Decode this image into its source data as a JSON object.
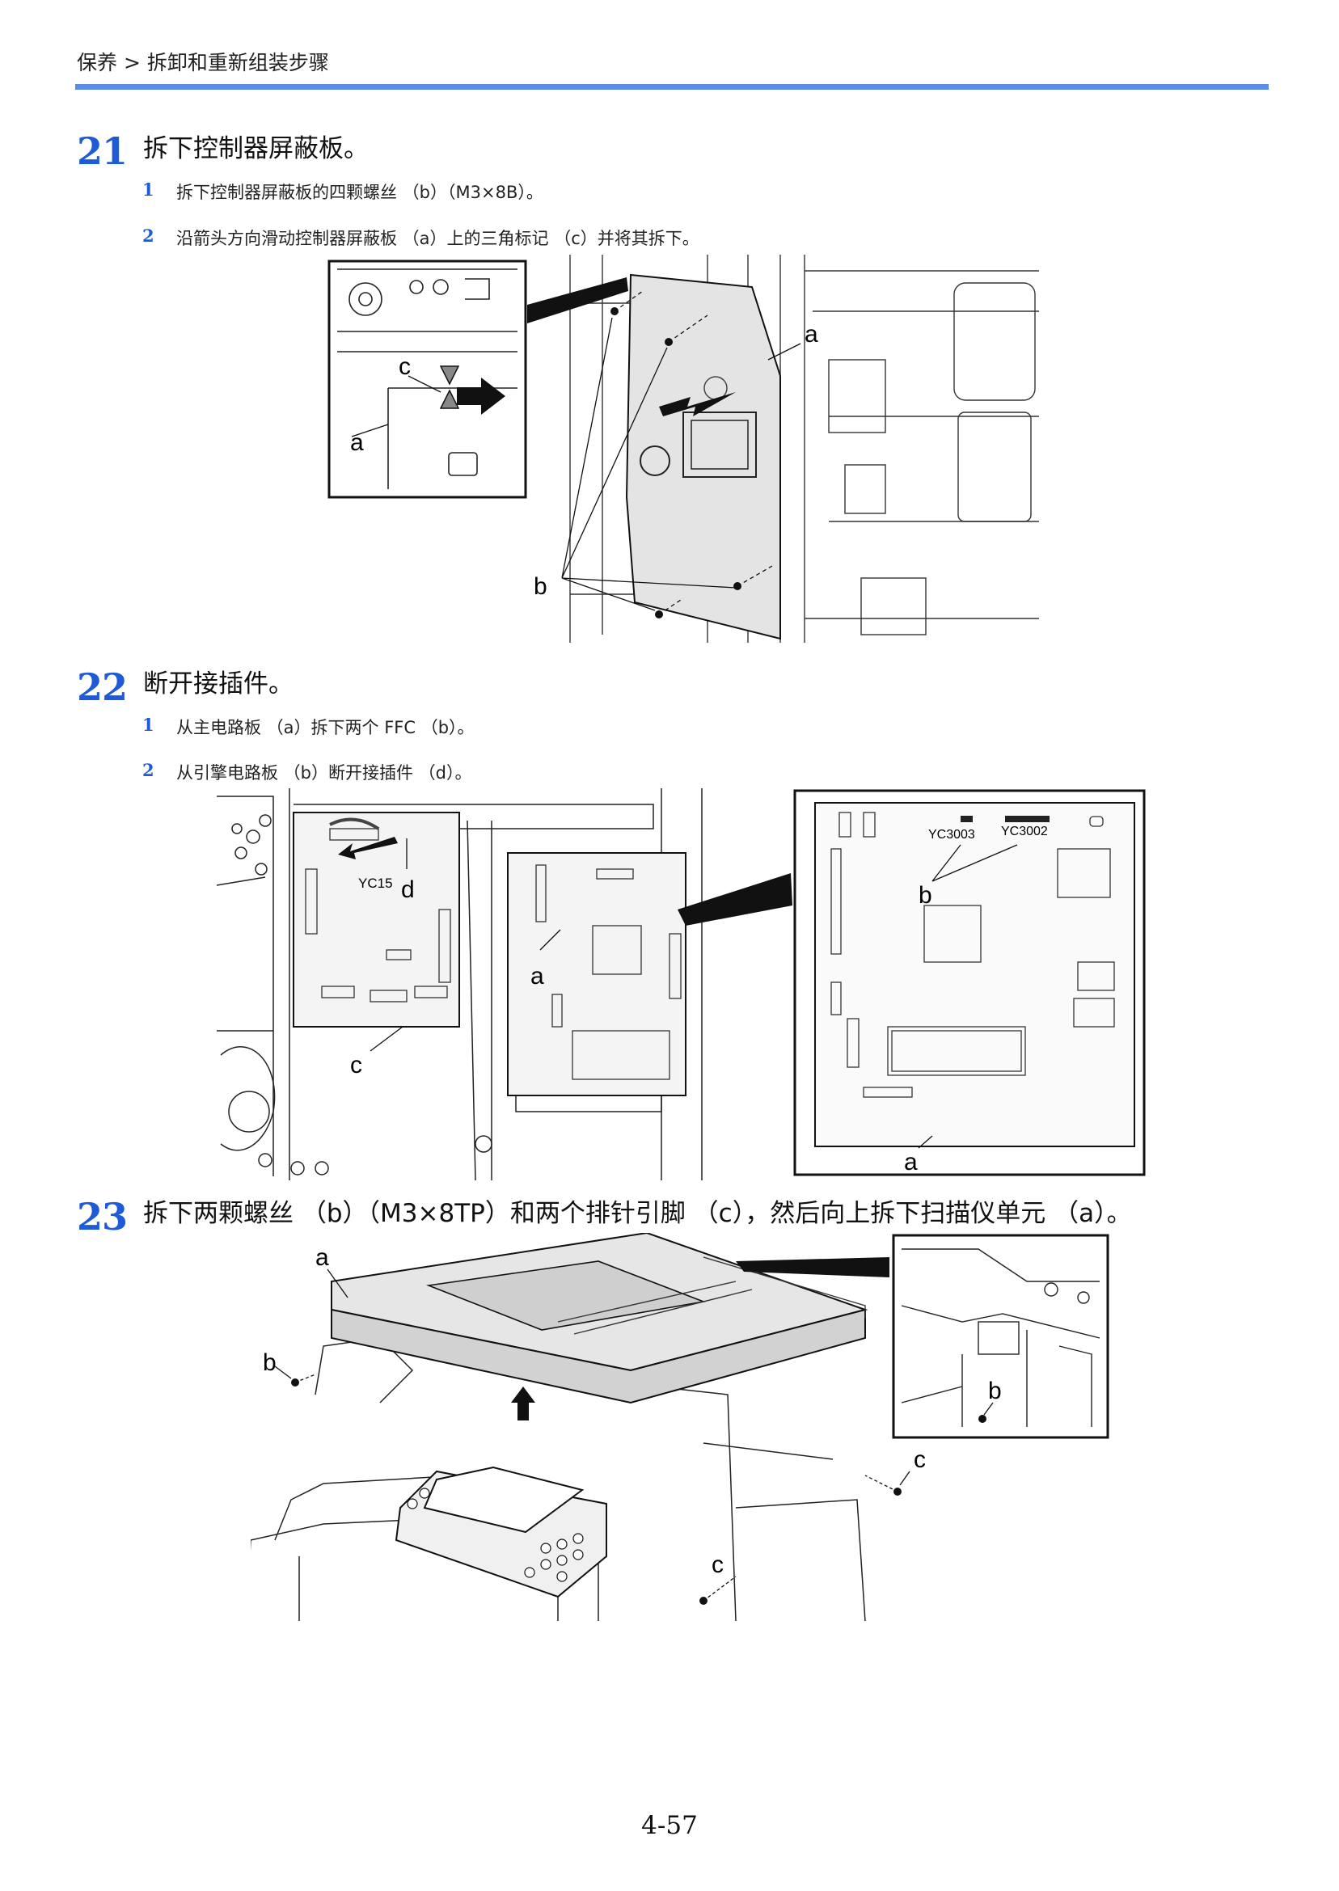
{
  "header": {
    "breadcrumb": "保养 > 拆卸和重新组装步骤"
  },
  "steps": [
    {
      "number": "21",
      "title": "拆下控制器屏蔽板。",
      "substeps": [
        {
          "number": "1",
          "text": "拆下控制器屏蔽板的四颗螺丝 （b）（M3×8B）。"
        },
        {
          "number": "2",
          "text": "沿箭头方向滑动控制器屏蔽板 （a）上的三角标记 （c）并将其拆下。"
        }
      ],
      "figure_labels": {
        "a_inset": "a",
        "c_inset": "c",
        "a_main": "a",
        "b_main": "b"
      }
    },
    {
      "number": "22",
      "title": "断开接插件。",
      "substeps": [
        {
          "number": "1",
          "text": "从主电路板 （a）拆下两个 FFC （b）。"
        },
        {
          "number": "2",
          "text": "从引擎电路板 （b）断开接插件 （d）。"
        }
      ],
      "figure_labels": {
        "yc15": "YC15",
        "d": "d",
        "a_main": "a",
        "c_main": "c",
        "yc3003": "YC3003",
        "yc3002": "YC3002",
        "b_inset": "b",
        "a_inset": "a"
      }
    },
    {
      "number": "23",
      "title": "拆下两颗螺丝 （b）（M3×8TP）和两个排针引脚 （c），然后向上拆下扫描仪单元 （a）。",
      "substeps": [],
      "figure_labels": {
        "a": "a",
        "b_left": "b",
        "b_inset": "b",
        "c_right": "c",
        "c_bottom": "c"
      }
    }
  ],
  "footer": {
    "page_number": "4-57"
  }
}
